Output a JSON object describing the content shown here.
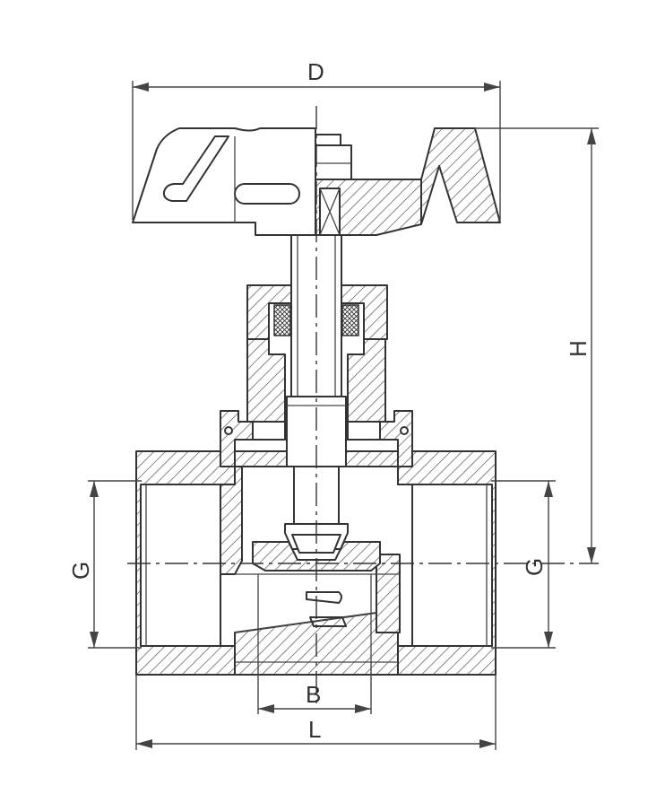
{
  "labels": {
    "d": "D",
    "h": "H",
    "g_left": "G",
    "g_right": "G",
    "b": "B",
    "l": "L"
  },
  "colors": {
    "line": "#333333",
    "background": "#ffffff"
  }
}
